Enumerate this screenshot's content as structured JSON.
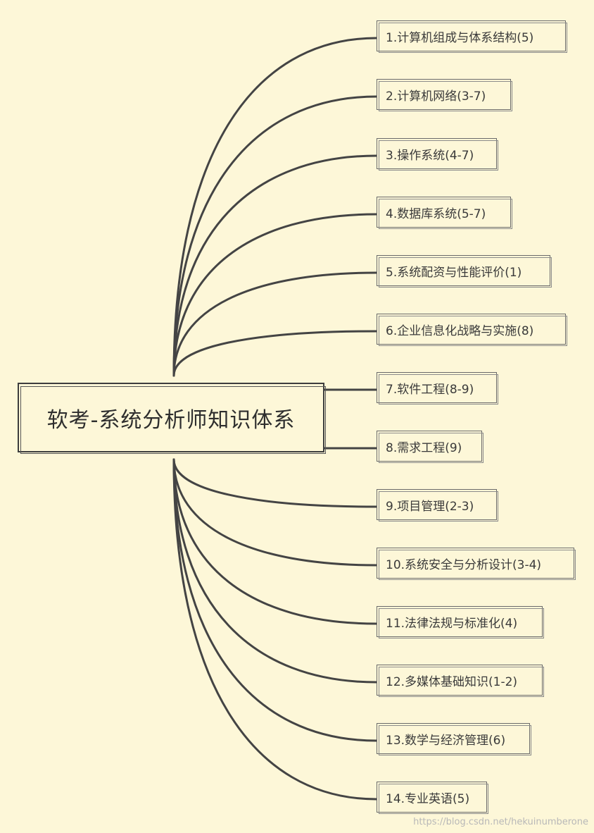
{
  "root": {
    "title": "软考-系统分析师知识体系"
  },
  "branches": [
    {
      "label": "1.计算机组成与体系结构(5)"
    },
    {
      "label": "2.计算机网络(3-7)"
    },
    {
      "label": "3.操作系统(4-7)"
    },
    {
      "label": "4.数据库系统(5-7)"
    },
    {
      "label": "5.系统配资与性能评价(1)"
    },
    {
      "label": "6.企业信息化战略与实施(8)"
    },
    {
      "label": "7.软件工程(8-9)"
    },
    {
      "label": "8.需求工程(9)"
    },
    {
      "label": "9.项目管理(2-3)"
    },
    {
      "label": "10.系统安全与分析设计(3-4)"
    },
    {
      "label": "11.法律法规与标准化(4)"
    },
    {
      "label": "12.多媒体基础知识(1-2)"
    },
    {
      "label": "13.数学与经济管理(6)"
    },
    {
      "label": "14.专业英语(5)"
    }
  ],
  "watermark": "https://blog.csdn.net/hekuinumberone",
  "colors": {
    "background": "#fdf7d8",
    "line": "#444444",
    "text": "#3a3a3a"
  }
}
